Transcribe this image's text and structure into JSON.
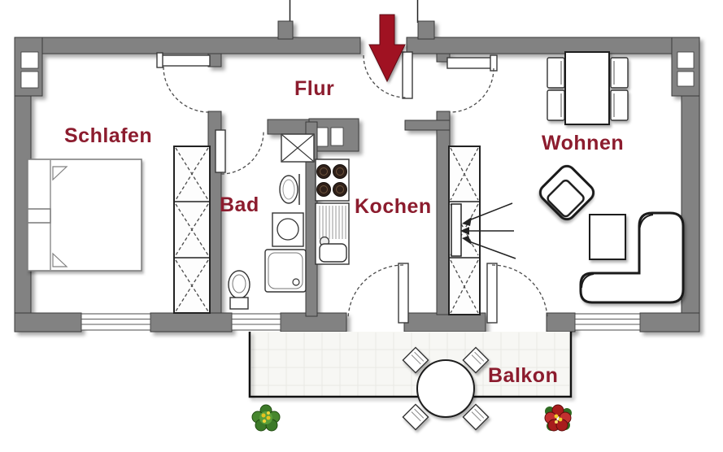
{
  "rooms": {
    "schlafen": "Schlafen",
    "flur": "Flur",
    "bad": "Bad",
    "kochen": "Kochen",
    "wohnen": "Wohnen",
    "balkon": "Balkon"
  },
  "colors": {
    "label_color": "#8c1c2e",
    "arrow_color": "#a01222",
    "wall_color": "#828282"
  },
  "icons": {
    "entrance_arrow": "entrance-direction-arrow",
    "plant_left": "green-plant",
    "plant_right": "red-flower-plant"
  }
}
